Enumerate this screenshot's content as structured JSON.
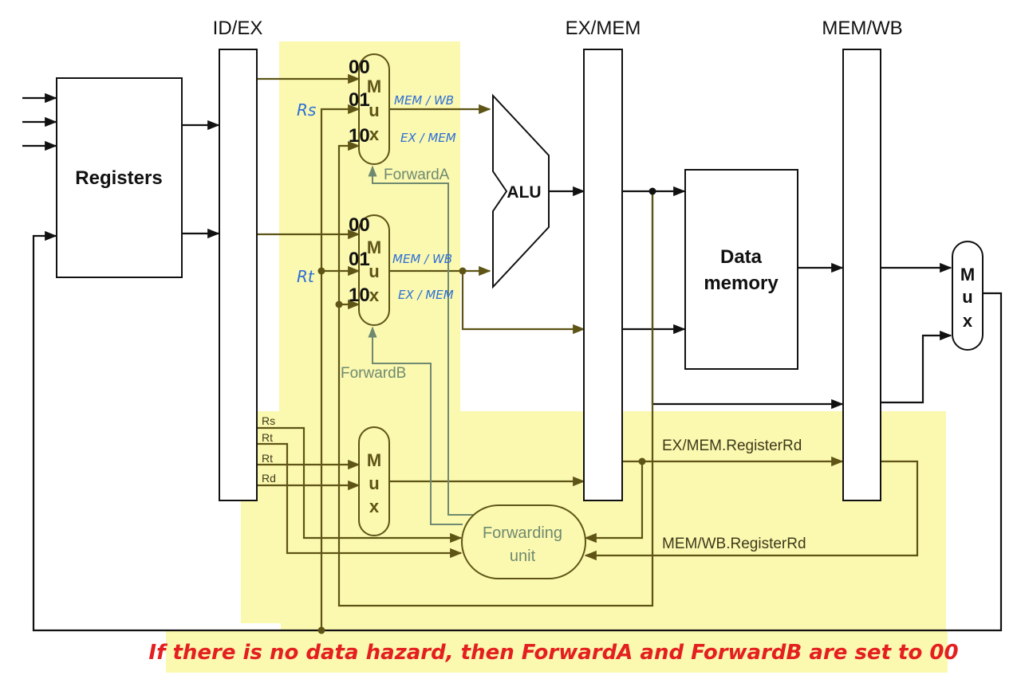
{
  "pipeline_registers": {
    "id_ex": "ID/EX",
    "ex_mem": "EX/MEM",
    "mem_wb": "MEM/WB"
  },
  "blocks": {
    "registers": "Registers",
    "alu": "ALU",
    "data_memory_line1": "Data",
    "data_memory_line2": "memory",
    "forwarding_unit_line1": "Forwarding",
    "forwarding_unit_line2": "unit"
  },
  "mux": {
    "m": "M",
    "u": "u",
    "x": "x",
    "inputs": [
      "00",
      "01",
      "10"
    ]
  },
  "signals": {
    "forward_a": "ForwardA",
    "forward_b": "ForwardB",
    "ex_mem_rd": "EX/MEM.RegisterRd",
    "mem_wb_rd": "MEM/WB.RegisterRd",
    "rs": "Rs",
    "rt": "Rt",
    "rd": "Rd"
  },
  "handwritten": {
    "rs": "Rs",
    "rt": "Rt",
    "mem_wb": "MEM / WB",
    "ex_mem": "EX / MEM"
  },
  "caption": "If there is no data hazard, then ForwardA and ForwardB are set to 00",
  "colors": {
    "highlight": "#fbf8b0",
    "wire": "#5e5416",
    "control": "#6f8a70",
    "handwriting": "#2d6fd6",
    "caption": "#e41f1f"
  }
}
